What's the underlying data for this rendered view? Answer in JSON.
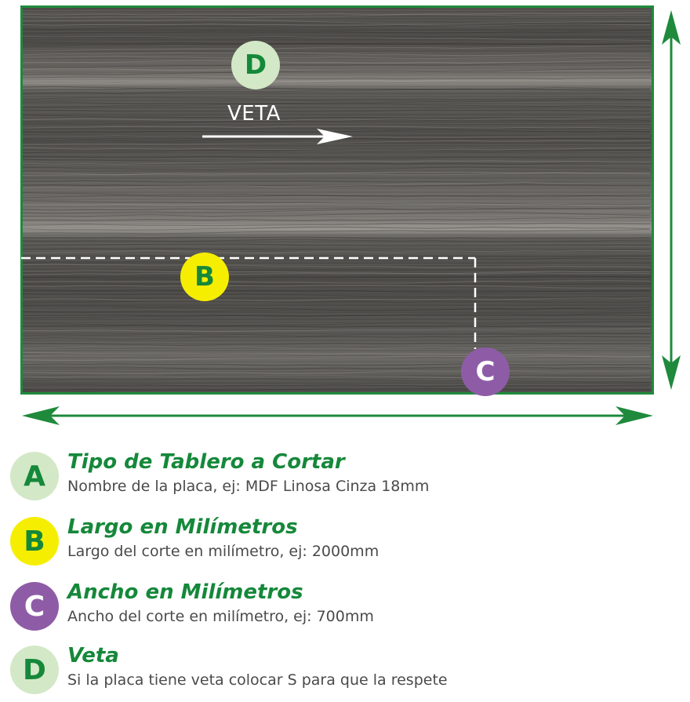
{
  "diagram": {
    "board_markers": {
      "d": "D",
      "b": "B",
      "c": "C"
    },
    "veta_label": "VETA",
    "colors": {
      "frame_green": "#1f8a3b",
      "marker_a_d": "#d3e8c7",
      "marker_b": "#f6ee00",
      "marker_c": "#8e5ca6",
      "text_green": "#15883a"
    }
  },
  "legend": [
    {
      "letter": "A",
      "title": "Tipo de Tablero a Cortar",
      "description": "Nombre de la placa, ej: MDF Linosa Cinza 18mm"
    },
    {
      "letter": "B",
      "title": "Largo en Milímetros",
      "description": "Largo del corte en milímetro, ej: 2000mm"
    },
    {
      "letter": "C",
      "title": "Ancho en Milímetros",
      "description": "Ancho del corte en milímetro, ej: 700mm"
    },
    {
      "letter": "D",
      "title": "Veta",
      "description": "Si la placa tiene veta colocar S para que la respete"
    }
  ]
}
